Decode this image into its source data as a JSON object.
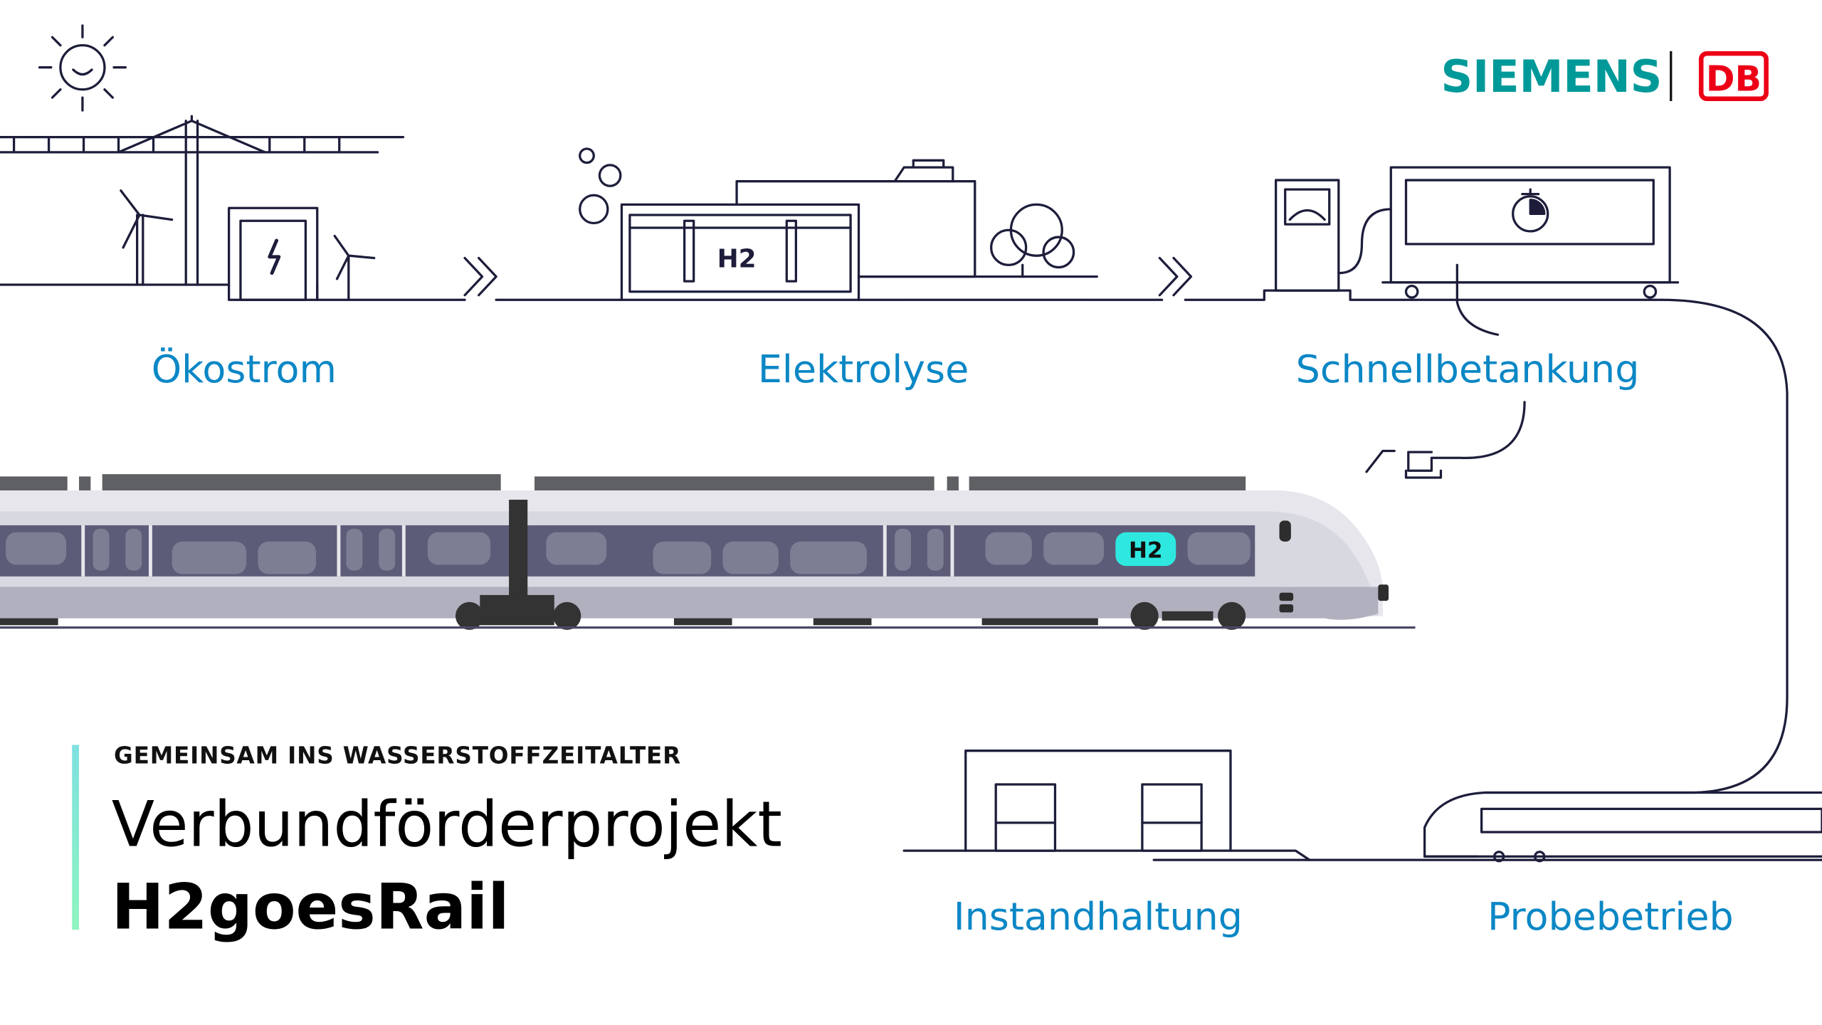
{
  "logos": {
    "partner1": "SIEMENS",
    "partner2": "DB",
    "siemens_color": "#009999",
    "db_color": "#ec0016"
  },
  "process_steps": [
    {
      "label": "Ökostrom"
    },
    {
      "label": "Elektrolyse"
    },
    {
      "label": "Schnellbetankung"
    },
    {
      "label": "Instandhaltung"
    },
    {
      "label": "Probebetrieb"
    }
  ],
  "illustration": {
    "tank_label": "H2",
    "train_badge": "H2",
    "accent_color": "#2ee8e0"
  },
  "headline": {
    "kicker": "GEMEINSAM INS WASSERSTOFFZEITALTER",
    "title_line1": "Verbundförderprojekt",
    "title_line2": "H2goesRail"
  }
}
